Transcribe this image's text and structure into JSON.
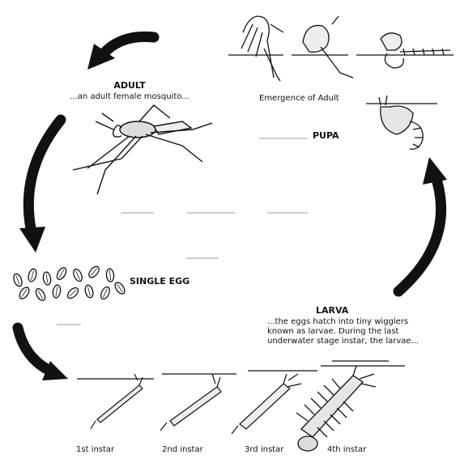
{
  "stages": {
    "adult": {
      "title": "ADULT",
      "caption": "...an adult female mosquito..."
    },
    "emergence": {
      "caption": "Emergence of Adult"
    },
    "pupa": {
      "title": "PUPA"
    },
    "egg": {
      "title": "SINGLE EGG"
    },
    "larva": {
      "title": "LARVA",
      "caption": "...the eggs hatch into tiny wigglers known as larvae. During the last underwater stage instar, the larvae..."
    }
  },
  "instars": [
    {
      "label": "1st instar"
    },
    {
      "label": "2nd instar"
    },
    {
      "label": "3rd instar"
    },
    {
      "label": "4th instar"
    }
  ],
  "colors": {
    "ink": "#111111",
    "background": "#ffffff"
  }
}
